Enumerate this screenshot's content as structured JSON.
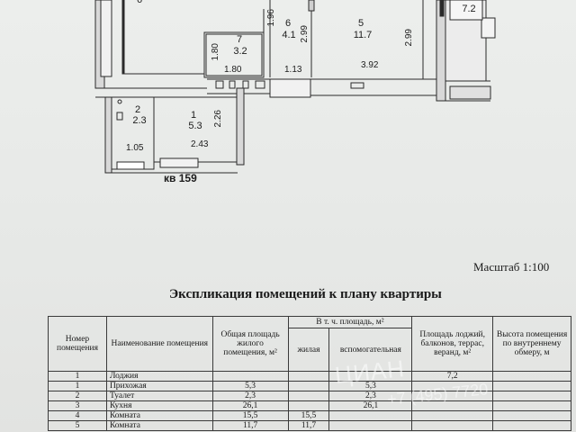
{
  "plan": {
    "rooms": [
      {
        "id": "r6_partial",
        "num": "6",
        "area": ""
      },
      {
        "id": "r6",
        "num": "6",
        "area": "4.1"
      },
      {
        "id": "r5",
        "num": "5",
        "area": "11.7"
      },
      {
        "id": "r7",
        "num": "7",
        "area": "3.2"
      },
      {
        "id": "r2",
        "num": "2",
        "area": "2.3"
      },
      {
        "id": "r1",
        "num": "1",
        "area": "5.3"
      },
      {
        "id": "rl",
        "num": "",
        "area": "7.2"
      }
    ],
    "dims": {
      "d196": "1.96",
      "d299a": "2.99",
      "d299b": "2.99",
      "d180v": "1.80",
      "d180h": "1.80",
      "d113": "1.13",
      "d392": "3.92",
      "d226": "2.26",
      "d105": "1.05",
      "d243": "2.43"
    },
    "apartment_label": "кв 159"
  },
  "scale_label": "Масштаб 1:100",
  "heading": "Экспликация помещений к плану квартиры",
  "table": {
    "headers": {
      "num": "Номер помещения",
      "name": "Наименование помещения",
      "total": "Общая площадь жилого помещения, м²",
      "incl": "В т. ч. площадь, м²",
      "living": "жилая",
      "aux": "вспомогательная",
      "loggia": "Площадь лоджий, балконов, террас, веранд, м²",
      "height": "Высота помещения по внутреннему обмеру, м"
    },
    "rows": [
      {
        "num": "1",
        "name": "Лоджия",
        "total": "",
        "living": "",
        "aux": "",
        "loggia": "7,2",
        "height": ""
      },
      {
        "num": "1",
        "name": "Прихожая",
        "total": "5,3",
        "living": "",
        "aux": "5,3",
        "loggia": "",
        "height": ""
      },
      {
        "num": "2",
        "name": "Туалет",
        "total": "2,3",
        "living": "",
        "aux": "2,3",
        "loggia": "",
        "height": ""
      },
      {
        "num": "3",
        "name": "Кухня",
        "total": "26,1",
        "living": "",
        "aux": "26,1",
        "loggia": "",
        "height": ""
      },
      {
        "num": "4",
        "name": "Комната",
        "total": "15,5",
        "living": "15,5",
        "aux": "",
        "loggia": "",
        "height": ""
      },
      {
        "num": "5",
        "name": "Комната",
        "total": "11,7",
        "living": "11,7",
        "aux": "",
        "loggia": "",
        "height": ""
      }
    ]
  },
  "watermark": "ЦИАН",
  "watermark_phone": "+7 (495) 7720"
}
